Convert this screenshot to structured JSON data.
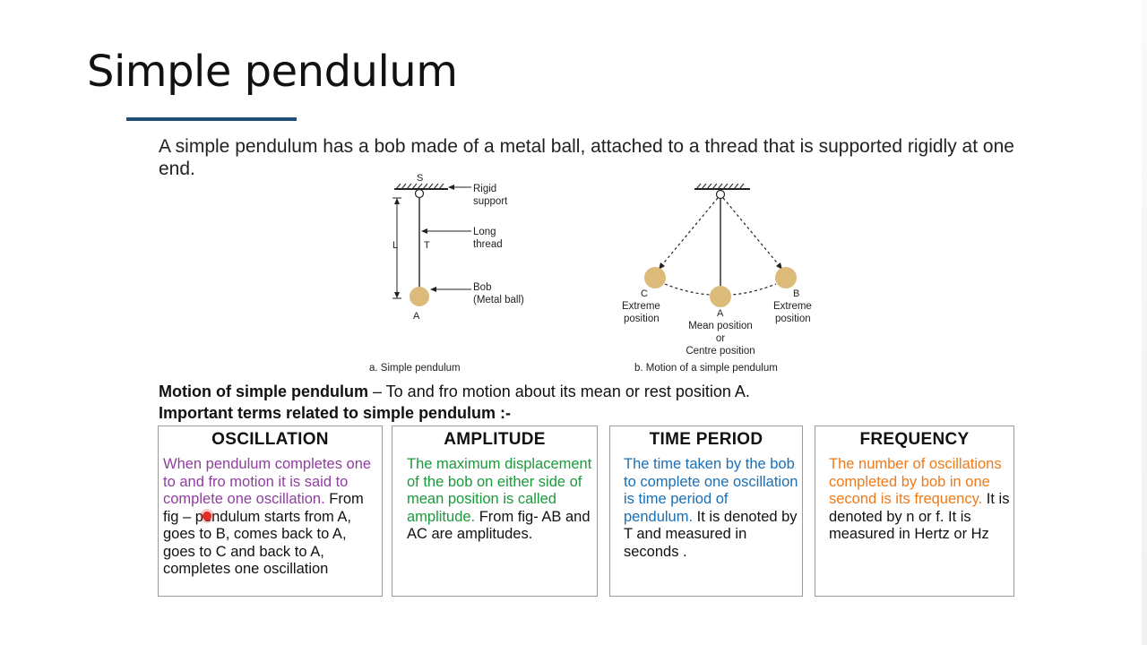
{
  "slide": {
    "title": "Simple pendulum",
    "intro": "A simple pendulum has a bob made of a metal ball, attached to a thread that is supported rigidly at one end."
  },
  "figure_a": {
    "label_s": "S",
    "rigid_support": [
      "Rigid",
      "support"
    ],
    "long_thread": [
      "Long",
      "thread"
    ],
    "bob": [
      "Bob",
      "(Metal ball)"
    ],
    "label_l": "L",
    "label_t": "T",
    "label_a": "A",
    "caption": "a. Simple pendulum"
  },
  "figure_b": {
    "label_c": "C",
    "label_a": "A",
    "label_b": "B",
    "extreme_left": [
      "Extreme",
      "position"
    ],
    "extreme_right": [
      "Extreme",
      "position"
    ],
    "mean": [
      "Mean position",
      "or",
      "Centre position"
    ],
    "caption": "b. Motion of a simple pendulum"
  },
  "motion": {
    "label": "Motion of simple pendulum",
    "text": " – To and fro motion about its mean or rest position A."
  },
  "terms_heading": "Important terms related to simple pendulum :-",
  "terms": [
    {
      "heading": "OSCILLATION",
      "colored": "When pendulum completes one to and fro motion it is said to complete one oscillation.",
      "plain": " From fig – pendulum starts from A, goes to B, comes back to A, goes to C and back to A, completes one oscillation"
    },
    {
      "heading": "AMPLITUDE",
      "colored": "The maximum displacement of the bob on either side of mean position is called amplitude.",
      "plain": " From fig- AB and AC are amplitudes."
    },
    {
      "heading": "TIME PERIOD",
      "colored": "The time taken by the bob to complete one oscillation is time period of pendulum.",
      "plain": " It is denoted by T and measured in seconds ."
    },
    {
      "heading": "FREQUENCY",
      "colored": "The number of oscillations completed by bob in one second is its frequency.",
      "plain": " It is denoted by n or f. It is measured in Hertz or Hz"
    }
  ],
  "colors": {
    "title_rule": "#1f4e79",
    "bob": "#dcbb7a",
    "oscillation": "#8e3f9e",
    "amplitude": "#1a9a3a",
    "time_period": "#1a6fb5",
    "frequency": "#ee7a1a",
    "cursor": "#e52a2a"
  }
}
